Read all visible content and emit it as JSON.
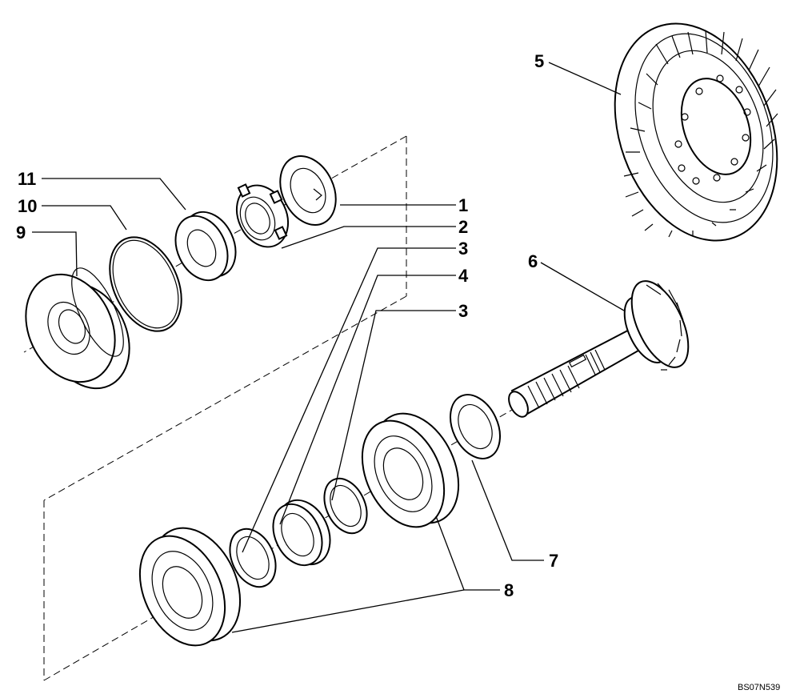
{
  "callouts": {
    "c1": "1",
    "c2": "2",
    "c3a": "3",
    "c4": "4",
    "c3b": "3",
    "c5": "5",
    "c6": "6",
    "c7": "7",
    "c8": "8",
    "c9": "9",
    "c10": "10",
    "c11": "11"
  },
  "drawing_ref": "BS07N539"
}
